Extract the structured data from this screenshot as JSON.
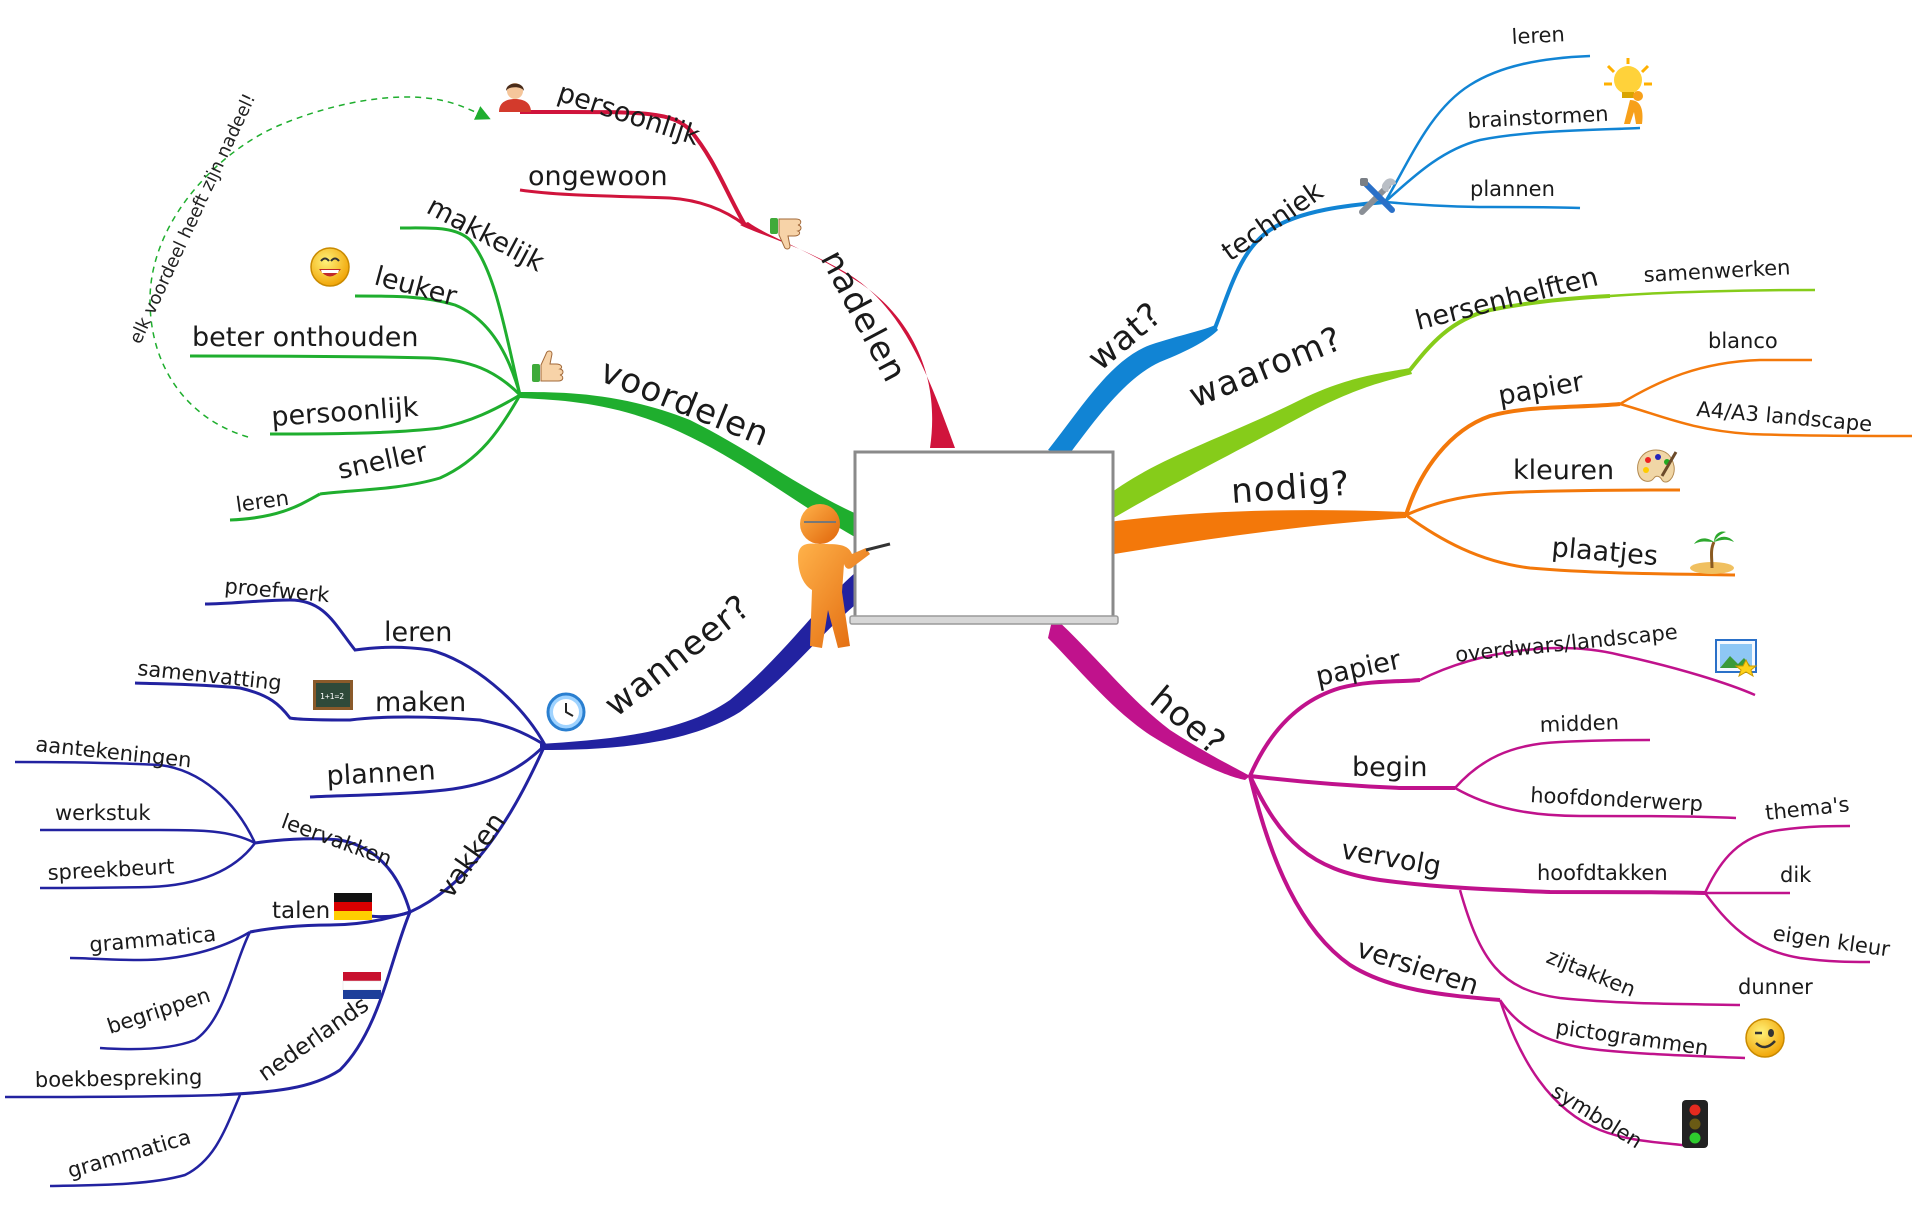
{
  "colors": {
    "nadelen": "#d0143c",
    "voordelen": "#1fae2e",
    "wanneer": "#2222a0",
    "wat": "#1184d4",
    "waarom": "#86cc1a",
    "nodig": "#f3780a",
    "hoe": "#c0128c",
    "note_line": "#1fae2e"
  },
  "nadelen": {
    "label": "nadelen",
    "icon": "thumbs-down-icon",
    "children": [
      "persoonlijk",
      "ongewoon"
    ],
    "persoonlijk_icon": "person-icon"
  },
  "voordelen": {
    "label": "voordelen",
    "icon": "thumbs-up-icon",
    "children": [
      "makkelijk",
      "leuker",
      "beter onthouden",
      "persoonlijk",
      "sneller",
      "leren"
    ],
    "leuker_icon": "laughing-smiley-icon"
  },
  "note": {
    "text": "elk voordeel heeft zijn nadeel!"
  },
  "wanneer": {
    "label": "wanneer?",
    "icon": "clock-icon",
    "leren": "leren",
    "proefwerk": "proefwerk",
    "maken": "maken",
    "samenvatting": "samenvatting",
    "maken_icon": "blackboard-icon",
    "blackboard_text": "1+1=2",
    "plannen": "plannen",
    "vakken": "vakken",
    "leervakken": "leervakken",
    "leervakken_children": [
      "aantekeningen",
      "werkstuk",
      "spreekbeurt"
    ],
    "talen": "talen",
    "talen_icon": "german-flag-icon",
    "talen_children": [
      "grammatica",
      "begrippen"
    ],
    "nederlands": "nederlands",
    "nederlands_icon": "dutch-flag-icon",
    "nederlands_children": [
      "boekbespreking",
      "grammatica"
    ]
  },
  "wat": {
    "label": "wat?",
    "techniek": "techniek",
    "techniek_icon": "tools-icon",
    "children": [
      "leren",
      "brainstormen",
      "plannen"
    ],
    "brainstorm_icon": "lightbulb-person-icon"
  },
  "waarom": {
    "label": "waarom?",
    "hersenhelften": "hersenhelften",
    "samenwerken": "samenwerken"
  },
  "nodig": {
    "label": "nodig?",
    "papier": "papier",
    "papier_children": [
      "blanco",
      "A4/A3 landscape"
    ],
    "kleuren": "kleuren",
    "kleuren_icon": "paint-palette-icon",
    "plaatjes": "plaatjes",
    "plaatjes_icon": "island-icon"
  },
  "hoe": {
    "label": "hoe?",
    "papier": "papier",
    "overdwars": "overdwars/landscape",
    "overdwars_icon": "landscape-picture-icon",
    "begin": "begin",
    "begin_children": [
      "midden",
      "hoofdonderwerp"
    ],
    "vervolg": "vervolg",
    "hoofdtakken": "hoofdtakken",
    "hoofdtakken_children": [
      "thema's",
      "dik",
      "eigen kleur"
    ],
    "zijtakken": "zijtakken",
    "dunner": "dunner",
    "versieren": "versieren",
    "pictogrammen": "pictogrammen",
    "pictogrammen_icon": "winking-smiley-icon",
    "symbolen": "symbolen",
    "symbolen_icon": "traffic-light-icon"
  },
  "center": {
    "figure": "presenter-figure",
    "board": "whiteboard"
  }
}
